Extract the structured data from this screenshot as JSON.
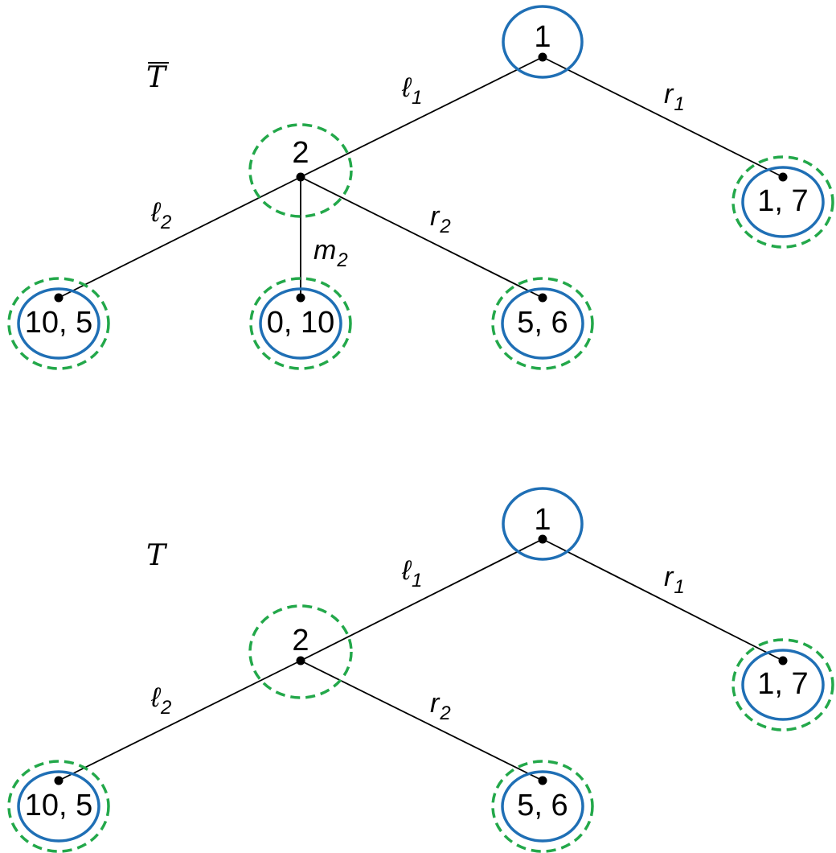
{
  "colors": {
    "player_circle": "#1f6fb5",
    "subgame_circle": "#23a84a",
    "edge": "#000000"
  },
  "trees": [
    {
      "title": "T",
      "title_overline": true,
      "nodes": [
        {
          "id": "n1",
          "label": "1",
          "player_circle": true,
          "subgame_circle": false
        },
        {
          "id": "n2",
          "label": "2",
          "player_circle": false,
          "subgame_circle": true
        },
        {
          "id": "t17",
          "label": "1, 7",
          "player_circle": true,
          "subgame_circle": true
        },
        {
          "id": "t105",
          "label": "10, 5",
          "player_circle": true,
          "subgame_circle": true
        },
        {
          "id": "t010",
          "label": "0, 10",
          "player_circle": true,
          "subgame_circle": true
        },
        {
          "id": "t56",
          "label": "5, 6",
          "player_circle": true,
          "subgame_circle": true
        }
      ],
      "edges": [
        {
          "from": "n1",
          "to": "n2",
          "label": "ℓ",
          "sub": "1"
        },
        {
          "from": "n1",
          "to": "t17",
          "label": "r",
          "sub": "1"
        },
        {
          "from": "n2",
          "to": "t105",
          "label": "ℓ",
          "sub": "2"
        },
        {
          "from": "n2",
          "to": "t010",
          "label": "m",
          "sub": "2"
        },
        {
          "from": "n2",
          "to": "t56",
          "label": "r",
          "sub": "2"
        }
      ]
    },
    {
      "title": "T",
      "title_overline": false,
      "nodes": [
        {
          "id": "n1",
          "label": "1",
          "player_circle": true,
          "subgame_circle": false
        },
        {
          "id": "n2",
          "label": "2",
          "player_circle": false,
          "subgame_circle": true
        },
        {
          "id": "t17",
          "label": "1, 7",
          "player_circle": true,
          "subgame_circle": true
        },
        {
          "id": "t105",
          "label": "10, 5",
          "player_circle": true,
          "subgame_circle": true
        },
        {
          "id": "t56",
          "label": "5, 6",
          "player_circle": true,
          "subgame_circle": true
        }
      ],
      "edges": [
        {
          "from": "n1",
          "to": "n2",
          "label": "ℓ",
          "sub": "1"
        },
        {
          "from": "n1",
          "to": "t17",
          "label": "r",
          "sub": "1"
        },
        {
          "from": "n2",
          "to": "t105",
          "label": "ℓ",
          "sub": "2"
        },
        {
          "from": "n2",
          "to": "t56",
          "label": "r",
          "sub": "2"
        }
      ]
    }
  ]
}
